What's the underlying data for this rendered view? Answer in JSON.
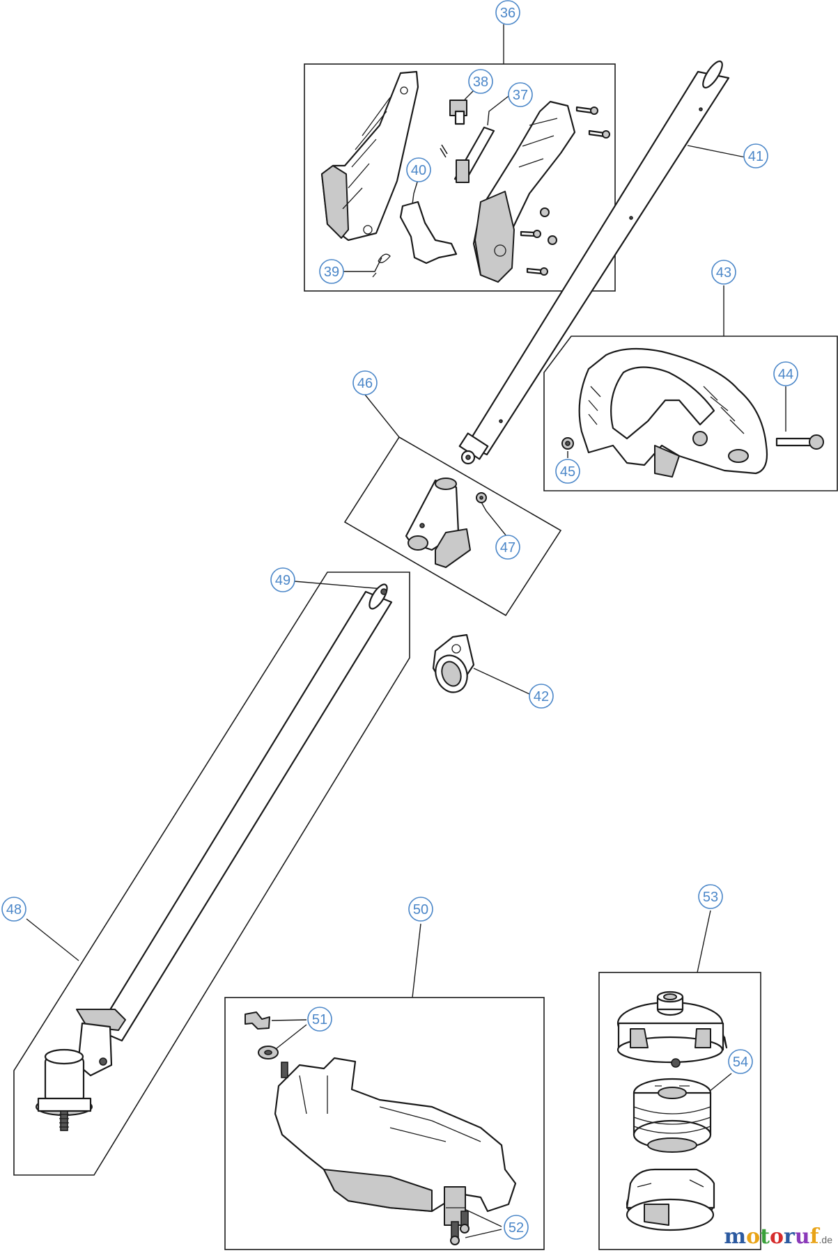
{
  "callouts": [
    "36",
    "37",
    "38",
    "39",
    "40",
    "41",
    "42",
    "43",
    "44",
    "45",
    "46",
    "47",
    "48",
    "49",
    "50",
    "51",
    "52",
    "53",
    "54"
  ],
  "watermark": {
    "letters": [
      "m",
      "o",
      "t",
      "o",
      "r",
      "u",
      "f"
    ],
    "colors": [
      "#2c5aa0",
      "#e8a317",
      "#3aa03a",
      "#d62d2d",
      "#2c5aa0",
      "#8a3ab9",
      "#e8a317"
    ],
    "suffix": ".de"
  },
  "colors": {
    "callout": "#4a86c8",
    "line": "#1a1a1a",
    "shade": "#c9c9c9"
  }
}
